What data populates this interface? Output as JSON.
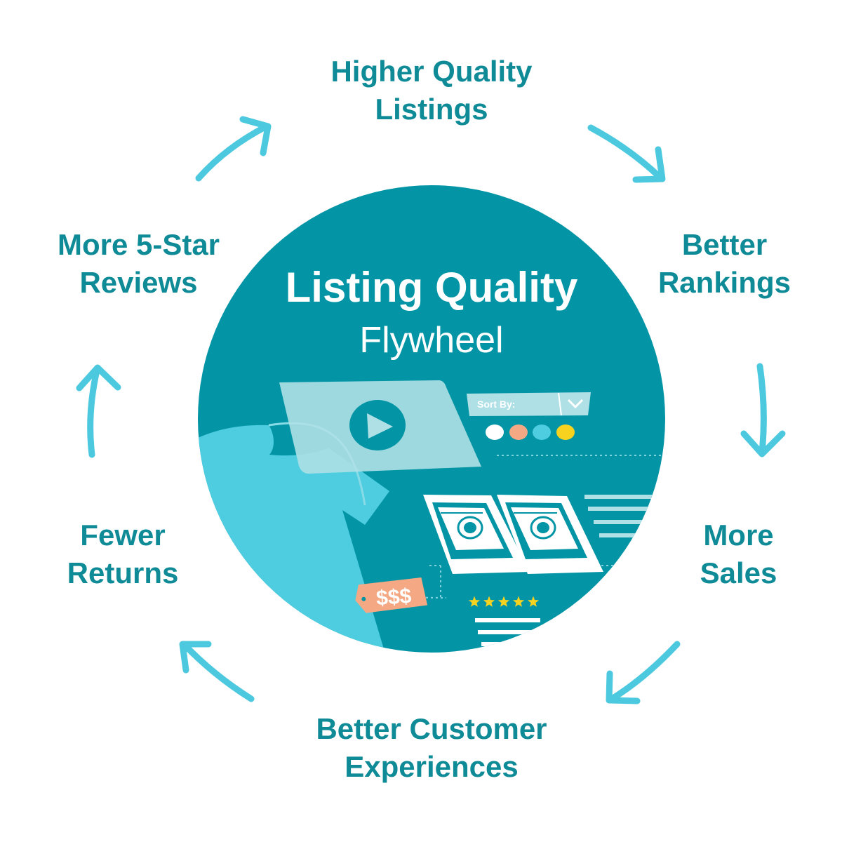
{
  "center": {
    "title": "Listing Quality",
    "subtitle": "Flywheel",
    "sort_label": "Sort By:",
    "price_tag": "$$$"
  },
  "cycle": [
    {
      "id": "higher-quality-listings",
      "line1": "Higher Quality",
      "line2": "Listings"
    },
    {
      "id": "better-rankings",
      "line1": "Better",
      "line2": "Rankings"
    },
    {
      "id": "more-sales",
      "line1": "More",
      "line2": "Sales"
    },
    {
      "id": "better-customer-experiences",
      "line1": "Better Customer",
      "line2": "Experiences"
    },
    {
      "id": "fewer-returns",
      "line1": "Fewer",
      "line2": "Returns"
    },
    {
      "id": "more-5-star-reviews",
      "line1": "More 5-Star",
      "line2": "Reviews"
    }
  ],
  "rating_stars": 5,
  "colors": {
    "label_text": "#0f8b97",
    "arrow": "#4cc9de",
    "circle": "#0395a5",
    "shirt": "#4ecde1",
    "screen_card": "#aee0e6",
    "price_tag": "#f4a883",
    "swatches": [
      "#ffffff",
      "#f4a883",
      "#4ecde1",
      "#f7d320"
    ],
    "stars": "#f7d320"
  },
  "icons": {
    "arrows": "curved-arrow-icon",
    "video": "play-icon",
    "dropdown": "chevron-down-icon",
    "product": "washing-machine-icon",
    "rating": "star-icon"
  }
}
